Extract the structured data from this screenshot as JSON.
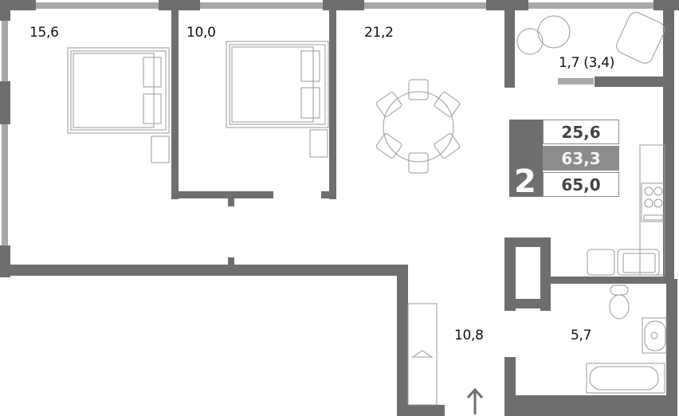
{
  "plan": {
    "rooms_count": "2",
    "summary": {
      "living_area": "25,6",
      "area_without_balcony": "63,3",
      "total_area": "65,0"
    },
    "rooms": [
      {
        "name": "bedroom-1",
        "area": "15,6"
      },
      {
        "name": "bedroom-2",
        "area": "10,0"
      },
      {
        "name": "kitchen-living",
        "area": "21,2"
      },
      {
        "name": "balcony",
        "area": "1,7 (3,4)"
      },
      {
        "name": "hallway",
        "area": "10,8"
      },
      {
        "name": "bathroom",
        "area": "5,7"
      }
    ],
    "colors": {
      "wall": "#6e6e6e",
      "window": "#a8a8a8",
      "furniture_line": "#9a9a9a",
      "summary_highlight": "#8c8c8c"
    },
    "entrance_icon": "arrow-up-icon"
  }
}
